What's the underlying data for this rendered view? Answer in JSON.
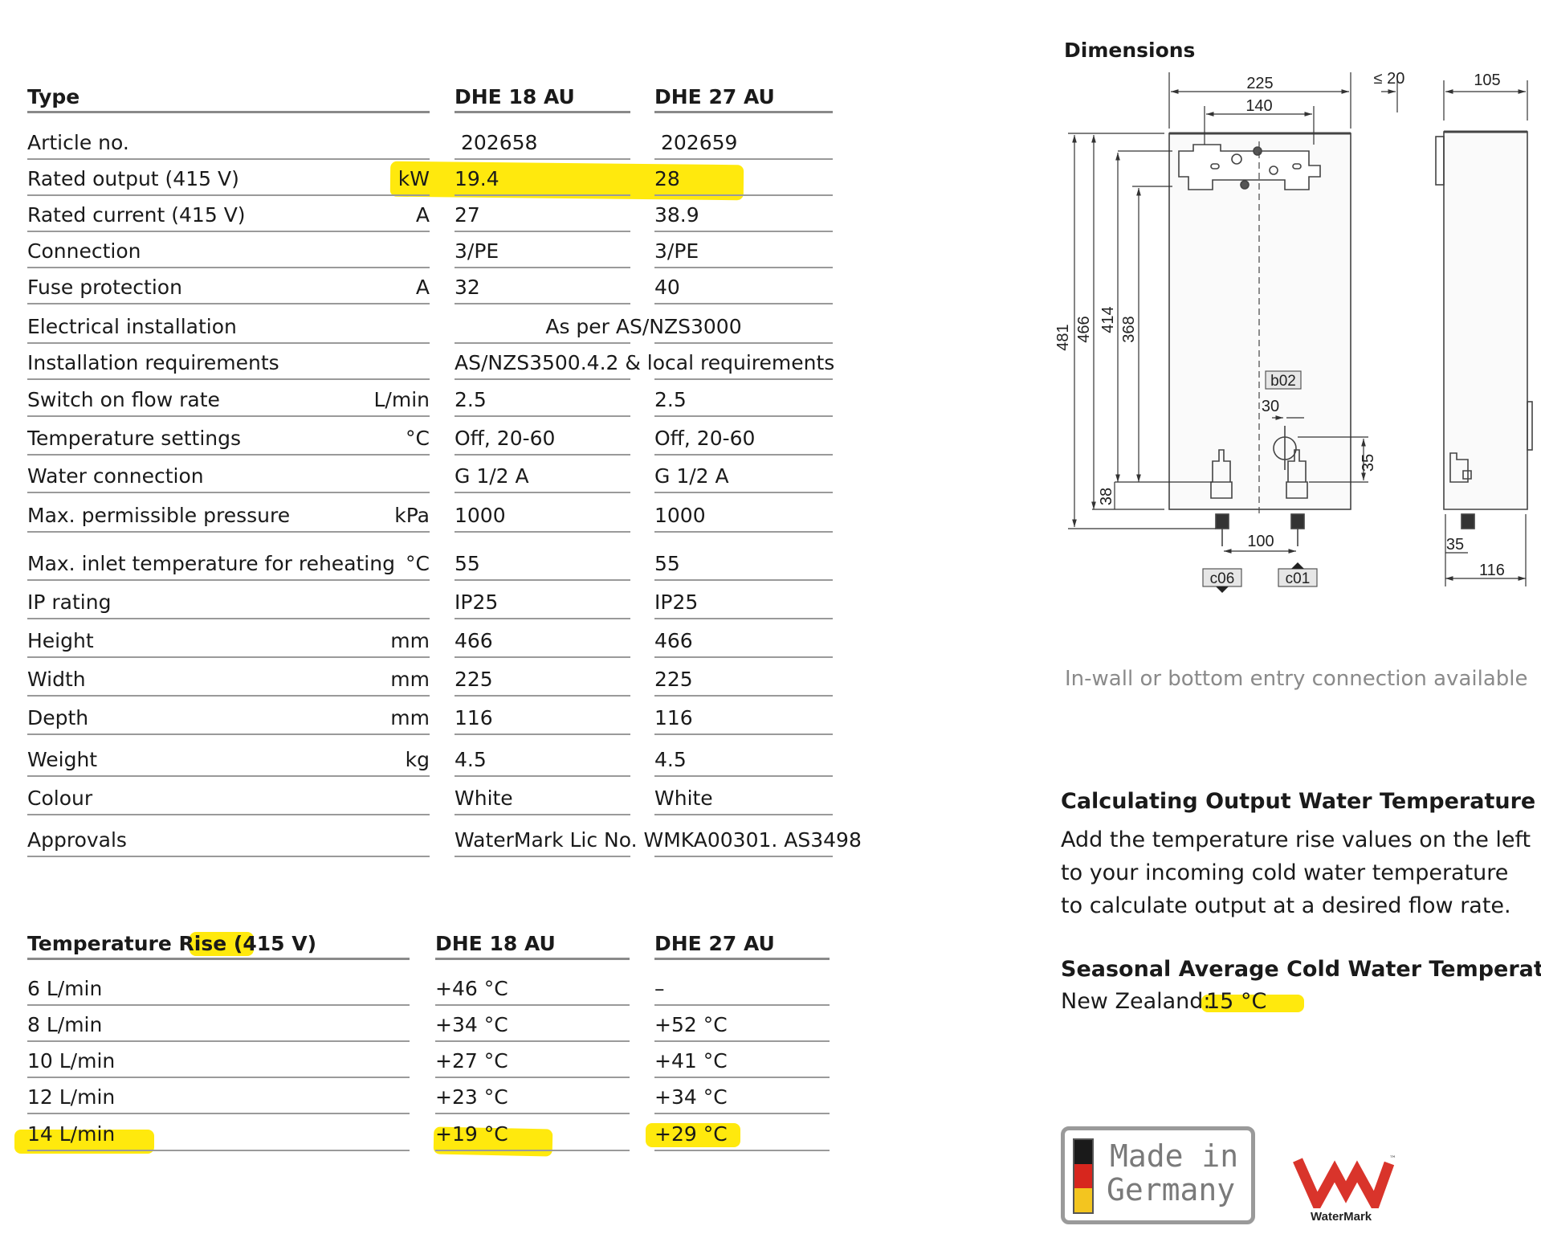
{
  "spec_table": {
    "headers": {
      "type": "Type",
      "col1": "DHE 18 AU",
      "col2": "DHE 27 AU"
    },
    "rows": [
      {
        "label": "Article no.",
        "unit": "",
        "v1": "202658",
        "v2": "202659"
      },
      {
        "label": "Rated output (415 V)",
        "unit": "kW",
        "v1": "19.4",
        "v2": "28"
      },
      {
        "label": "Rated current (415 V)",
        "unit": "A",
        "v1": "27",
        "v2": "38.9"
      },
      {
        "label": "Connection",
        "unit": "",
        "v1": "3/PE",
        "v2": "3/PE"
      },
      {
        "label": "Fuse protection",
        "unit": "A",
        "v1": "32",
        "v2": "40"
      },
      {
        "label": "Electrical installation",
        "unit": "",
        "span": "As per AS/NZS3000"
      },
      {
        "label": "Installation requirements",
        "unit": "",
        "span": "AS/NZS3500.4.2 & local requirements"
      },
      {
        "label": "Switch on flow rate",
        "unit": "L/min",
        "v1": "2.5",
        "v2": "2.5"
      },
      {
        "label": "Temperature settings",
        "unit": "°C",
        "v1": "Off, 20-60",
        "v2": "Off, 20-60"
      },
      {
        "label": "Water connection",
        "unit": "",
        "v1": "G 1/2 A",
        "v2": "G 1/2 A"
      },
      {
        "label": "Max. permissible pressure",
        "unit": "kPa",
        "v1": "1000",
        "v2": "1000"
      },
      {
        "label": "Max. inlet temperature for reheating",
        "unit": "°C",
        "v1": "55",
        "v2": "55"
      },
      {
        "label": "IP rating",
        "unit": "",
        "v1": "IP25",
        "v2": "IP25"
      },
      {
        "label": "Height",
        "unit": "mm",
        "v1": "466",
        "v2": "466"
      },
      {
        "label": "Width",
        "unit": "mm",
        "v1": "225",
        "v2": "225"
      },
      {
        "label": "Depth",
        "unit": "mm",
        "v1": "116",
        "v2": "116"
      },
      {
        "label": "Weight",
        "unit": "kg",
        "v1": "4.5",
        "v2": "4.5"
      },
      {
        "label": "Colour",
        "unit": "",
        "v1": "White",
        "v2": "White"
      },
      {
        "label": "Approvals",
        "unit": "",
        "span": "WaterMark Lic No. WMKA00301. AS3498"
      }
    ]
  },
  "temp_table": {
    "headers": {
      "title": "Temperature Rise",
      "title_highlight": "(415 V)",
      "col1": "DHE 18 AU",
      "col2": "DHE 27 AU"
    },
    "rows": [
      {
        "flow": "6 L/min",
        "v1": "+46 °C",
        "v2": "–"
      },
      {
        "flow": "8 L/min",
        "v1": "+34 °C",
        "v2": "+52 °C"
      },
      {
        "flow": "10 L/min",
        "v1": "+27 °C",
        "v2": "+41 °C"
      },
      {
        "flow": "12 L/min",
        "v1": "+23 °C",
        "v2": "+34 °C"
      },
      {
        "flow": "14 L/min",
        "v1": "+19 °C",
        "v2": "+29 °C"
      }
    ]
  },
  "dimensions": {
    "title": "Dimensions",
    "labels": {
      "w225": "225",
      "w140": "140",
      "le20": "≤ 20",
      "w105": "105",
      "h481": "481",
      "h466": "466",
      "h414": "414",
      "h368": "368",
      "b02": "b02",
      "d30": "30",
      "d35": "35",
      "d38": "38",
      "d100": "100",
      "c06": "c06",
      "c01": "c01",
      "s35": "35",
      "s116": "116"
    },
    "caption": "In-wall or bottom entry connection available"
  },
  "calc": {
    "title": "Calculating Output Water Temperature",
    "lines": [
      "Add the temperature rise values on the left",
      "to your incoming cold water temperature",
      "to calculate output at a desired flow rate."
    ],
    "seasonal_title": "Seasonal Average Cold Water Temperatures",
    "nz_label": "New Zealand:",
    "nz_value": "15 °C"
  },
  "logos": {
    "made_in_line1": "Made in",
    "made_in_line2": "Germany",
    "watermark": "WaterMark",
    "tm": "™"
  },
  "colors": {
    "highlight": "#ffe800",
    "watermark_red": "#d9342b"
  }
}
